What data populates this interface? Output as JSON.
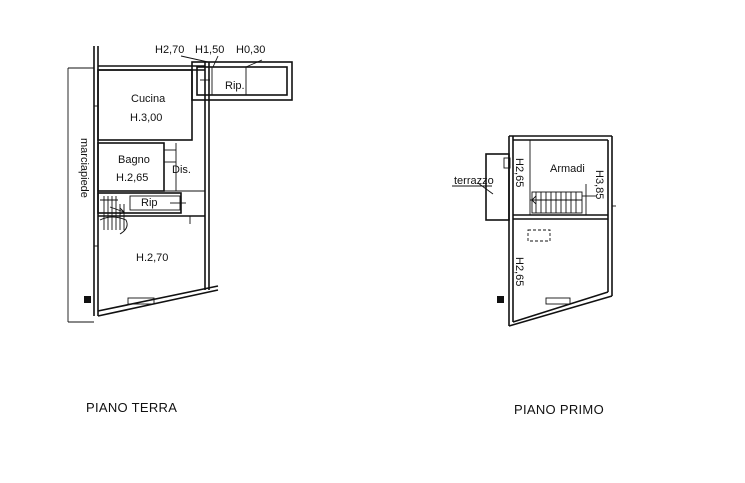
{
  "ground_floor": {
    "caption": "PIANO TERRA",
    "heights_top": [
      "H2,70",
      "H1,50",
      "H0,30"
    ],
    "rooms": {
      "kitchen_name": "Cucina",
      "kitchen_height": "H.3,00",
      "bathroom_name": "Bagno",
      "bathroom_height": "H.2,65",
      "hallway": "Dis.",
      "storage_top": "Rip.",
      "storage_stair": "Rip",
      "main_height": "H.2,70"
    },
    "sidewalk": "marciapiede"
  },
  "first_floor": {
    "caption": "PIANO PRIMO",
    "terrace": "terrazzo",
    "wardrobe": "Armadi",
    "height_left_top": "H2,65",
    "height_right_top": "H3,85",
    "height_bottom": "H2,65"
  }
}
